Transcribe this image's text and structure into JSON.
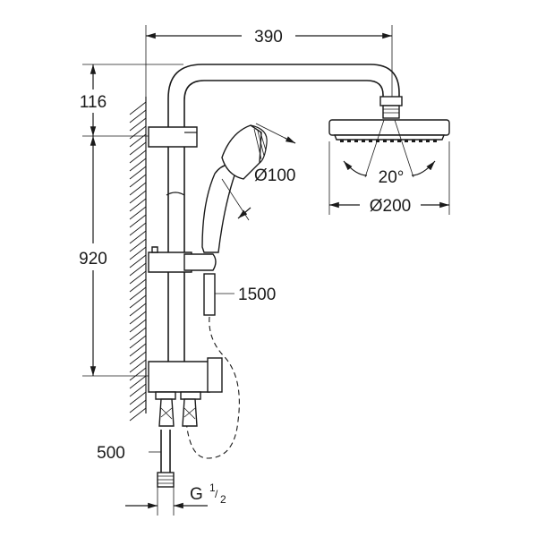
{
  "dimensions": {
    "arm_reach": "390",
    "arm_height": "116",
    "rail_height": "920",
    "hose_length": "1500",
    "inlet_length": "500",
    "hand_shower_diameter": "Ø100",
    "head_shower_diameter": "Ø200",
    "tilt_angle": "20°",
    "thread_prefix": "G",
    "thread_numerator": "1",
    "thread_slash": "/",
    "thread_denominator": "2"
  }
}
